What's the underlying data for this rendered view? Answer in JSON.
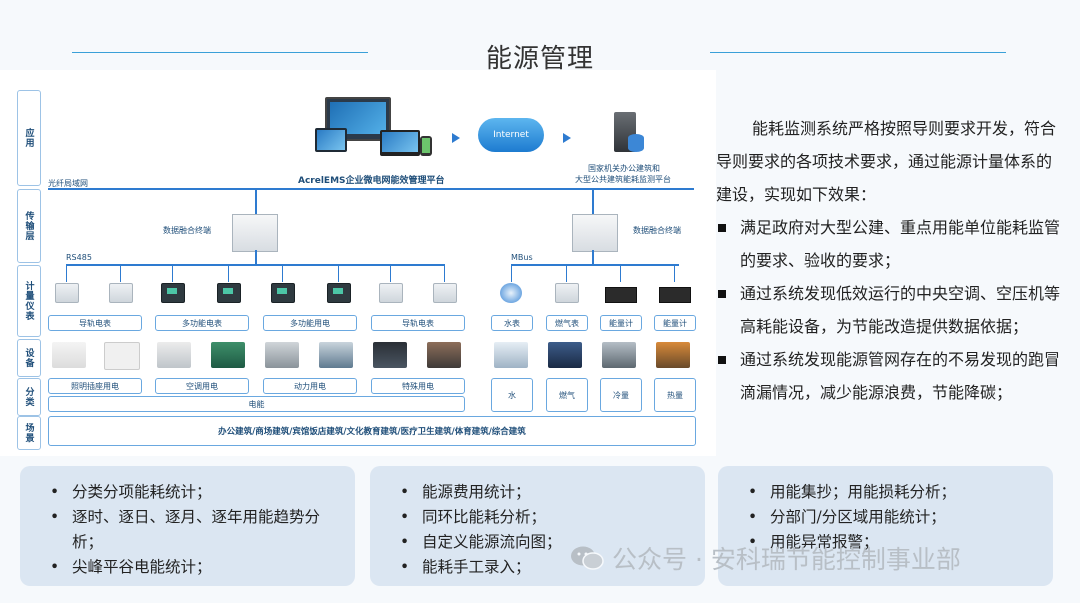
{
  "title": "能源管理",
  "diagram": {
    "rows": [
      {
        "label": "应用"
      },
      {
        "label": "传输层"
      },
      {
        "label": "计量仪表"
      },
      {
        "label": "设备"
      },
      {
        "label": "分类"
      },
      {
        "label": "场景"
      }
    ],
    "platform_label": "AcrelEMS企业微电网能效管理平台",
    "internet_label": "Internet",
    "gov_platform_label_1": "国家机关办公建筑和",
    "gov_platform_label_2": "大型公共建筑能耗监测平台",
    "network_label": "光纤局域网",
    "gateway_left_label": "数据融合终端",
    "gateway_right_label": "数据融合终端",
    "bus_left": "RS485",
    "bus_right": "MBus",
    "meter_groups": [
      "导轨电表",
      "多功能电表",
      "多功能用电",
      "导轨电表",
      "水表",
      "燃气表",
      "能量计",
      "能量计"
    ],
    "category_groups": [
      "照明插座用电",
      "空调用电",
      "动力用电",
      "特殊用电"
    ],
    "category_energy": [
      "水",
      "燃气",
      "冷量",
      "热量"
    ],
    "electric_label": "电能",
    "scene_label": "办公建筑/商场建筑/宾馆饭店建筑/文化教育建筑/医疗卫生建筑/体育建筑/综合建筑"
  },
  "right_panel": {
    "intro": "能耗监测系统严格按照导则要求开发，符合导则要求的各项技术要求，通过能源计量体系的建设，实现如下效果：",
    "bullets": [
      "满足政府对大型公建、重点用能单位能耗监管的要求、验收的要求；",
      "通过系统发现低效运行的中央空调、空压机等高耗能设备，为节能改造提供数据依据；",
      "通过系统发现能源管网存在的不易发现的跑冒滴漏情况，减少能源浪费，节能降碳；"
    ]
  },
  "cards": [
    {
      "items": [
        "分类分项能耗统计；",
        "逐时、逐日、逐月、逐年用能趋势分析；",
        "尖峰平谷电能统计；"
      ]
    },
    {
      "items": [
        "能源费用统计；",
        "同环比能耗分析；",
        "自定义能源流向图；",
        "能耗手工录入；"
      ]
    },
    {
      "items": [
        "用能集抄；用能损耗分析；",
        "分部门/分区域用能统计；",
        "用能异常报警；"
      ]
    }
  ],
  "watermark": "公众号 · 安科瑞节能控制事业部",
  "colors": {
    "accent": "#2e7bd0",
    "card_bg": "#dbe6f2",
    "label_text": "#1f4e79"
  }
}
